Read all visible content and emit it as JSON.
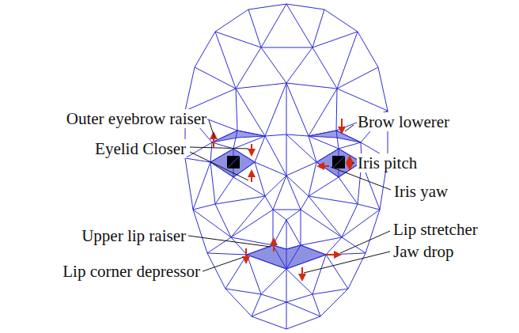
{
  "diagram": {
    "labels": [
      "Outer eyebrow raiser",
      "Eyelid Closer",
      "Upper lip raiser",
      "Lip corner depressor",
      "Brow lowerer",
      "Iris pitch",
      "Iris yaw",
      "Lip stretcher",
      "Jaw drop"
    ]
  }
}
